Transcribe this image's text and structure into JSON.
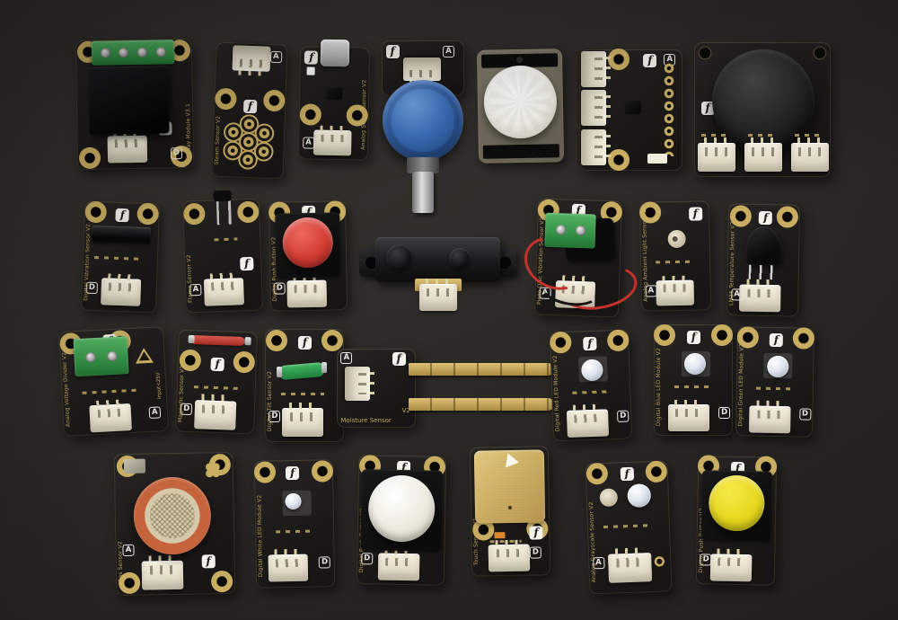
{
  "scene": {
    "description": "DFRobot Gravity sensor module kit (27 modules) photographed on a dark surface, arranged in four rows",
    "logo_glyph": "f",
    "colors": {
      "background": "#2a2825",
      "pcb": "#1b1918",
      "gold_silk": "#c9ae62",
      "connector_cream": "#ece5d2",
      "knob_blue": "#3a6cb6",
      "button_red": "#d4403a",
      "button_white": "#efece2",
      "button_yellow": "#e7d91f",
      "terminal_green": "#3f9e52",
      "gas_orange": "#c4633c",
      "pir_dome_white": "#f2f1ea",
      "reed_red": "#c0392f",
      "tilt_green": "#2e9d4d",
      "moisture_gold": "#c9ad62"
    }
  },
  "kit": {
    "modules": [
      {
        "id": "relay",
        "label": "Relay Module V3.1",
        "signal": "D"
      },
      {
        "id": "steam",
        "label": "Steam Sensor V2",
        "signal": "A"
      },
      {
        "id": "sound",
        "label": "Analog Sound Sensor V2",
        "signal": "A"
      },
      {
        "id": "rotation",
        "label": "",
        "signal": "A"
      },
      {
        "id": "pir",
        "label": "",
        "signal": ""
      },
      {
        "id": "accel",
        "label": "",
        "signal": "A"
      },
      {
        "id": "joystick",
        "label": "",
        "signal": ""
      },
      {
        "id": "vibration",
        "label": "Digital Vibration Sensor V2",
        "signal": "D"
      },
      {
        "id": "flame",
        "label": "Flame Sensor V2",
        "signal": "A"
      },
      {
        "id": "button-red",
        "label": "Digital Push Button V2",
        "signal": "D"
      },
      {
        "id": "sharp-ir",
        "label": "",
        "signal": ""
      },
      {
        "id": "piezo",
        "label": "Piezo Disc Vibration Sensor V2",
        "signal": "A"
      },
      {
        "id": "ambient-light",
        "label": "Analog Ambient Light Sensor V2",
        "signal": "A"
      },
      {
        "id": "lm35",
        "label": "LM35 Temperature Sensor V2",
        "signal": "A"
      },
      {
        "id": "voltage-divider",
        "label": "Analog Voltage Divider V2",
        "signal": "A",
        "note": "Input<25V"
      },
      {
        "id": "magnetic",
        "label": "Magnetic Sensor V2",
        "signal": "D"
      },
      {
        "id": "tilt",
        "label": "Digital Tilt Sensor V2",
        "signal": "D"
      },
      {
        "id": "moisture",
        "label": "Moisture Sensor",
        "signal": "A",
        "version": "V2"
      },
      {
        "id": "led-red",
        "label": "Digital Red LED Module V2",
        "signal": "D"
      },
      {
        "id": "led-blue",
        "label": "Digital Blue LED Module V2",
        "signal": "D"
      },
      {
        "id": "led-green",
        "label": "Digital Green LED Module V2",
        "signal": "D"
      },
      {
        "id": "gas",
        "label": "Gas Sensor V2",
        "signal": "A"
      },
      {
        "id": "led-white",
        "label": "Digital White LED Module V2",
        "signal": "D"
      },
      {
        "id": "button-white",
        "label": "Digital Push Button V2",
        "signal": "D"
      },
      {
        "id": "touch",
        "label": "Touch Sensor V2",
        "signal": "D"
      },
      {
        "id": "grayscale",
        "label": "Analog Grayscale Sensor V2",
        "signal": "A"
      },
      {
        "id": "button-yellow",
        "label": "Digital Push Button V2",
        "signal": "D"
      }
    ]
  }
}
